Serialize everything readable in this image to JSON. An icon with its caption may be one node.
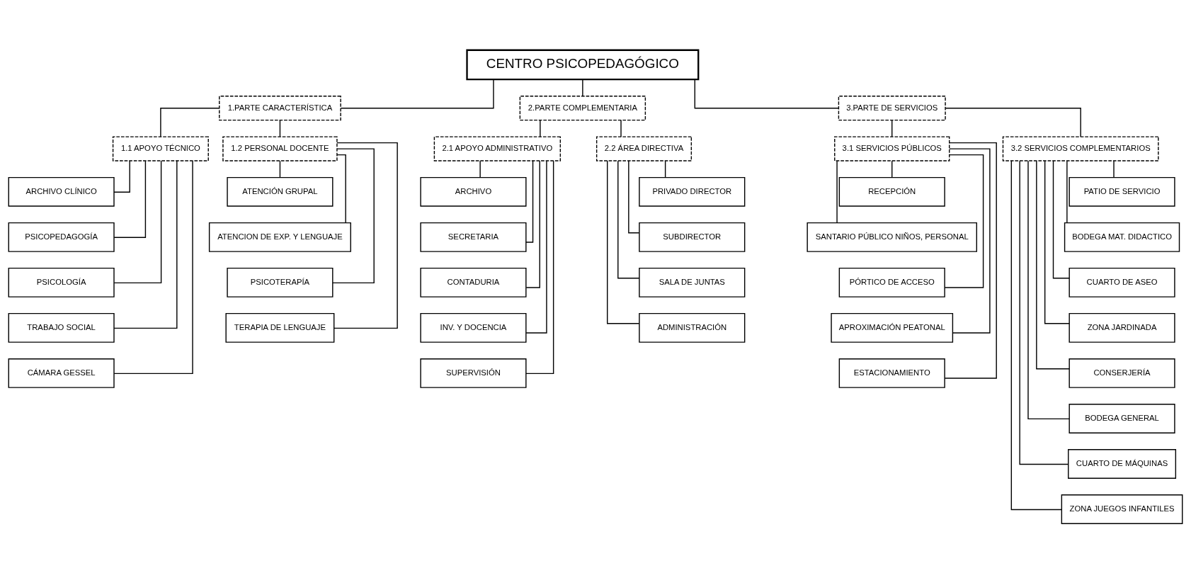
{
  "diagram": {
    "nodes": [
      {
        "text": [
          "CENTRO PSICOPEDAGÓGICO"
        ]
      },
      {
        "text": [
          "1.PARTE CARACTERÍSTICA"
        ]
      },
      {
        "text": [
          "2.PARTE COMPLEMENTARIA"
        ]
      },
      {
        "text": [
          "3.PARTE DE SERVICIOS"
        ]
      },
      {
        "text": [
          "1.1 APOYO TÉCNICO"
        ]
      },
      {
        "text": [
          "1.2 PERSONAL DOCENTE"
        ]
      },
      {
        "text": [
          "2.1 APOYO ADMINISTRATIVO"
        ]
      },
      {
        "text": [
          "2.2 ÁREA DIRECTIVA"
        ]
      },
      {
        "text": [
          "3.1 SERVICIOS PÚBLICOS"
        ]
      },
      {
        "text": [
          "3.2 SERVICIOS COMPLEMENTARIOS"
        ]
      },
      {
        "text": [
          "ARCHIVO CLÍNICO"
        ]
      },
      {
        "text": [
          "PSICOPEDAGOGÍA"
        ]
      },
      {
        "text": [
          "PSICOLOGÍA"
        ]
      },
      {
        "text": [
          "TRABAJO SOCIAL"
        ]
      },
      {
        "text": [
          "CÁMARA GESSEL"
        ]
      },
      {
        "text": [
          "ATENCIÓN GRUPAL"
        ]
      },
      {
        "text": [
          "ATENCION DE EXP. Y LENGUAJE"
        ]
      },
      {
        "text": [
          "PSICOTERAPÍA"
        ]
      },
      {
        "text": [
          "TERAPIA DE LENGUAJE"
        ]
      },
      {
        "text": [
          "ARCHIVO"
        ]
      },
      {
        "text": [
          "SECRETARIA"
        ]
      },
      {
        "text": [
          "CONTADURIA"
        ]
      },
      {
        "text": [
          "INV. Y DOCENCIA"
        ]
      },
      {
        "text": [
          "SUPERVISIÓN"
        ]
      },
      {
        "text": [
          "PRIVADO DIRECTOR"
        ]
      },
      {
        "text": [
          "SUBDIRECTOR"
        ]
      },
      {
        "text": [
          "SALA DE JUNTAS"
        ]
      },
      {
        "text": [
          "ADMINISTRACIÓN"
        ]
      },
      {
        "text": [
          "RECEPCIÓN"
        ]
      },
      {
        "text": [
          "SANTARIO PÚBLICO NIÑOS, PERSONAL"
        ]
      },
      {
        "text": [
          "PÓRTICO DE ACCESO"
        ]
      },
      {
        "text": [
          "APROXIMACIÓN PEATONAL"
        ]
      },
      {
        "text": [
          "ESTACIONAMIENTO"
        ]
      },
      {
        "text": [
          "PATIO DE SERVICIO"
        ]
      },
      {
        "text": [
          "BODEGA MAT. DIDACTICO"
        ]
      },
      {
        "text": [
          "CUARTO DE ASEO"
        ]
      },
      {
        "text": [
          "ZONA JARDINADA"
        ]
      },
      {
        "text": [
          "CONSERJERÍA"
        ]
      },
      {
        "text": [
          "BODEGA GENERAL"
        ]
      },
      {
        "text": [
          "CUARTO DE MÁQUINAS"
        ]
      },
      {
        "text": [
          "ZONA JUEGOS INFANTILES"
        ]
      }
    ],
    "edges": [
      {
        "from": 0,
        "to": 1,
        "arrow": "none"
      },
      {
        "from": 0,
        "to": 2,
        "arrow": "none"
      },
      {
        "from": 0,
        "to": 3,
        "arrow": "none"
      },
      {
        "from": 1,
        "to": 4,
        "arrow": "none"
      },
      {
        "from": 1,
        "to": 5,
        "arrow": "none"
      },
      {
        "from": 2,
        "to": 6,
        "arrow": "none"
      },
      {
        "from": 2,
        "to": 7,
        "arrow": "none"
      },
      {
        "from": 3,
        "to": 8,
        "arrow": "none"
      },
      {
        "from": 3,
        "to": 9,
        "arrow": "none"
      },
      {
        "from": 4,
        "to": 10,
        "arrow": "none"
      },
      {
        "from": 4,
        "to": 11,
        "arrow": "none"
      },
      {
        "from": 4,
        "to": 12,
        "arrow": "none"
      },
      {
        "from": 4,
        "to": 13,
        "arrow": "none"
      },
      {
        "from": 4,
        "to": 14,
        "arrow": "none"
      },
      {
        "from": 5,
        "to": 15,
        "arrow": "none"
      },
      {
        "from": 5,
        "to": 16,
        "arrow": "none"
      },
      {
        "from": 5,
        "to": 17,
        "arrow": "none"
      },
      {
        "from": 5,
        "to": 18,
        "arrow": "none"
      },
      {
        "from": 6,
        "to": 19,
        "arrow": "none"
      },
      {
        "from": 6,
        "to": 20,
        "arrow": "none"
      },
      {
        "from": 6,
        "to": 21,
        "arrow": "none"
      },
      {
        "from": 6,
        "to": 22,
        "arrow": "none"
      },
      {
        "from": 6,
        "to": 23,
        "arrow": "none"
      },
      {
        "from": 7,
        "to": 24,
        "arrow": "none"
      },
      {
        "from": 7,
        "to": 25,
        "arrow": "none"
      },
      {
        "from": 7,
        "to": 26,
        "arrow": "none"
      },
      {
        "from": 7,
        "to": 27,
        "arrow": "none"
      },
      {
        "from": 8,
        "to": 28,
        "arrow": "none"
      },
      {
        "from": 8,
        "to": 29,
        "arrow": "none"
      },
      {
        "from": 8,
        "to": 30,
        "arrow": "none"
      },
      {
        "from": 8,
        "to": 31,
        "arrow": "none"
      },
      {
        "from": 8,
        "to": 32,
        "arrow": "none"
      },
      {
        "from": 9,
        "to": 33,
        "arrow": "none"
      },
      {
        "from": 9,
        "to": 34,
        "arrow": "none"
      },
      {
        "from": 9,
        "to": 35,
        "arrow": "none"
      },
      {
        "from": 9,
        "to": 36,
        "arrow": "none"
      },
      {
        "from": 9,
        "to": 37,
        "arrow": "none"
      },
      {
        "from": 9,
        "to": 38,
        "arrow": "none"
      },
      {
        "from": 9,
        "to": 39,
        "arrow": "none"
      },
      {
        "from": 9,
        "to": 40,
        "arrow": "none"
      }
    ]
  }
}
